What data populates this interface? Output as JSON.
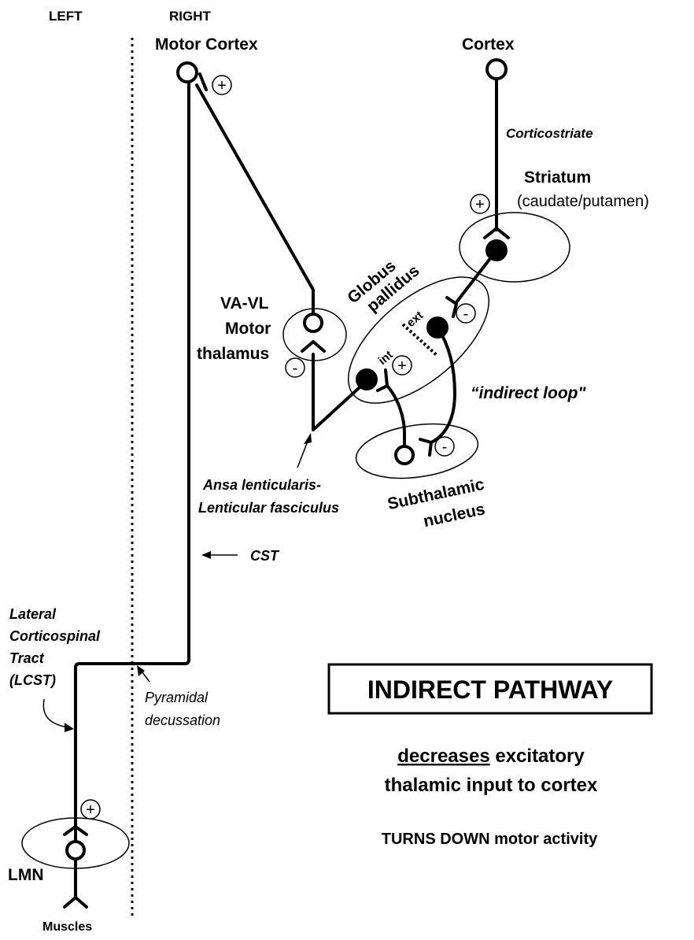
{
  "sides": {
    "left": "LEFT",
    "right": "RIGHT"
  },
  "labels": {
    "motor_cortex": "Motor Cortex",
    "cortex": "Cortex",
    "corticostriate": "Corticostriate",
    "striatum": "Striatum",
    "caudate_putamen": "(caudate/putamen)",
    "globus": "Globus",
    "pallidus": "pallidus",
    "ext": "ext",
    "int": "int",
    "va_vl": "VA-VL",
    "motor": "Motor",
    "thalamus": "thalamus",
    "indirect_loop": "“indirect loop\"",
    "ansa_1": "Ansa lenticularis-",
    "ansa_2": "Lenticular fasciculus",
    "subthalamic": "Subthalamic",
    "nucleus": "nucleus",
    "cst": "CST",
    "lcst_1": "Lateral",
    "lcst_2": "Corticospinal",
    "lcst_3": "Tract",
    "lcst_4": "(LCST)",
    "pyramidal": "Pyramidal",
    "decussation": "decussation",
    "lmn": "LMN",
    "muscles": "Muscles"
  },
  "signs": {
    "cortex_plus": "+",
    "striatum_plus": "+",
    "gpe_minus": "-",
    "gpi_plus": "+",
    "thalamus_minus": "-",
    "stn_minus": "-",
    "lmn_plus": "+"
  },
  "pathway_box": {
    "title": "INDIRECT PATHWAY"
  },
  "summary": {
    "underlined": "decreases",
    "line1_rest": " excitatory",
    "line2": "thalamic input to cortex",
    "line3": "TURNS DOWN motor activity"
  }
}
